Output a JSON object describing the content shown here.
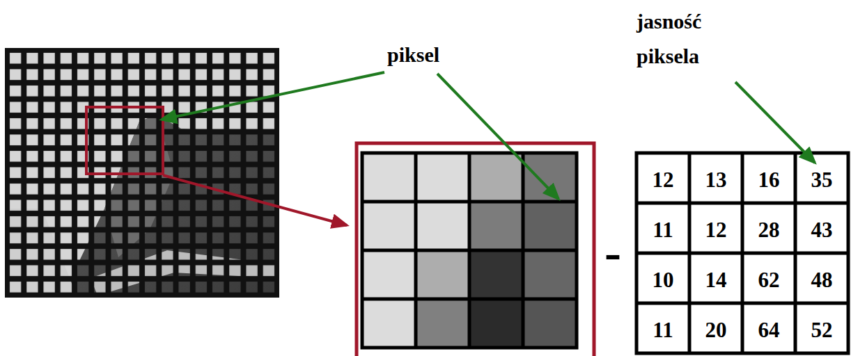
{
  "diagram": {
    "labels": [
      "piksel",
      "jasność piksela",
      "12",
      "13",
      "16",
      "35",
      "11",
      "12",
      "28",
      "43",
      "10",
      "14",
      "62",
      "48",
      "11",
      "20",
      "64",
      "52",
      "-"
    ]
  }
}
